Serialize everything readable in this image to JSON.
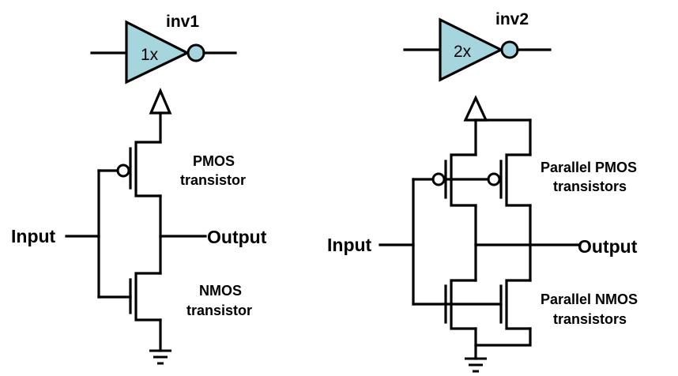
{
  "inv1": {
    "title": "inv1",
    "gate_label": "1x",
    "pmos_label_line1": "PMOS",
    "pmos_label_line2": "transistor",
    "nmos_label_line1": "NMOS",
    "nmos_label_line2": "transistor",
    "input_label": "Input",
    "output_label": "Output"
  },
  "inv2": {
    "title": "inv2",
    "gate_label": "2x",
    "pmos_label_line1": "Parallel PMOS",
    "pmos_label_line2": "transistors",
    "nmos_label_line1": "Parallel NMOS",
    "nmos_label_line2": "transistors",
    "input_label": "Input",
    "output_label": "Output"
  },
  "colors": {
    "gate_fill": "#a6d5de",
    "line": "#000000",
    "background": "#ffffff"
  }
}
